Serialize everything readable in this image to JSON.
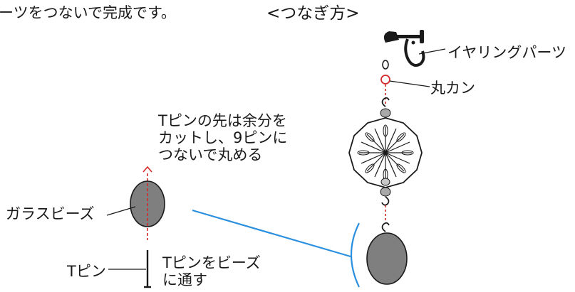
{
  "header": {
    "instruction_fragment": "ーツをつないで完成です。",
    "section_title": "<つなぎ方>"
  },
  "step_labels": {
    "trim_note": [
      "Tピンの先は余分を",
      "カットし、9ピンに",
      "つないで丸める"
    ],
    "glass_beads": "ガラスビーズ",
    "t_pin": "Tピン",
    "thread_note": [
      "Tピンをビーズ",
      "に通す"
    ]
  },
  "assembly_labels": {
    "earring_parts": "イヤリングパーツ",
    "jump_ring": "丸カン"
  },
  "colors": {
    "bead_fill": "#7f7f7f",
    "guide_red": "#d42a2a",
    "callout_blue": "#2a8fde",
    "ink": "#1a1a1a"
  }
}
